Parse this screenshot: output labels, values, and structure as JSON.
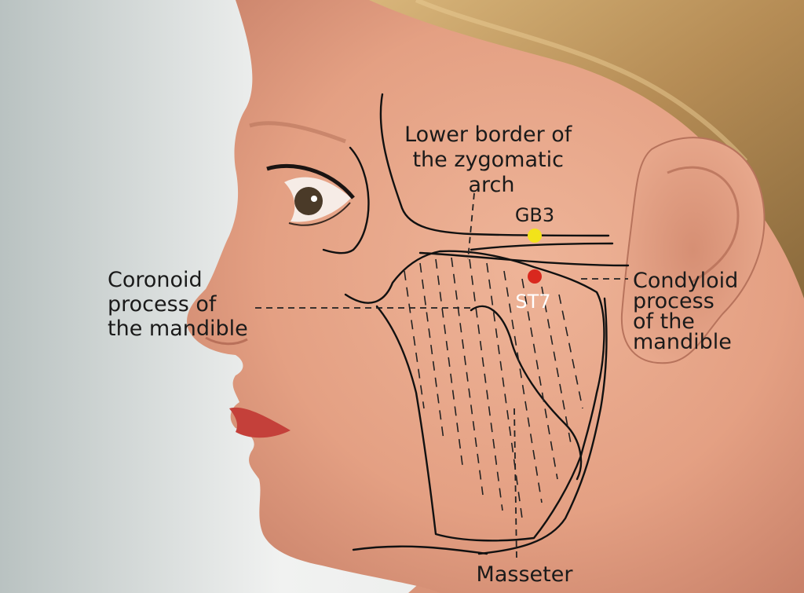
{
  "labels": {
    "zygomatic": [
      "Lower border of",
      "the zygomatic",
      "arch"
    ],
    "coronoid": [
      "Coronoid",
      "process of",
      "the mandible"
    ],
    "condyloid": [
      "Condyloid",
      "process",
      "of the",
      "mandible"
    ],
    "masseter": "Masseter"
  },
  "points": {
    "gb3": {
      "label": "GB3",
      "color": "#f2e31a"
    },
    "st7": {
      "label": "ST7",
      "color": "#d9281e"
    }
  },
  "colors": {
    "skin": "#e7a78a",
    "hair": "#c9a26a",
    "background": "#e9ebe9",
    "outline": "#111111"
  }
}
